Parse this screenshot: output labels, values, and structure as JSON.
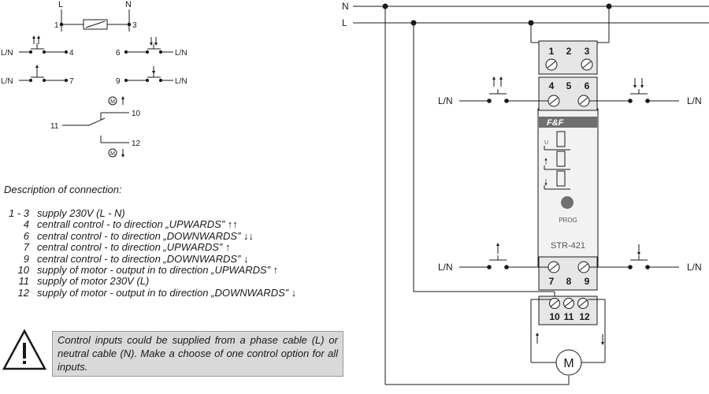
{
  "symbols": {
    "L": "L",
    "N": "N",
    "LN": "L/N",
    "motor": "M",
    "prog": "PROG",
    "u_label": "U"
  },
  "left_schematic": {
    "supply_terminals": [
      "1",
      "3"
    ],
    "inputs": [
      {
        "terminal": "4",
        "arrows": "double-up"
      },
      {
        "terminal": "6",
        "arrows": "double-down"
      },
      {
        "terminal": "7",
        "arrows": "single-up"
      },
      {
        "terminal": "9",
        "arrows": "single-down"
      }
    ],
    "relay": {
      "common": "11",
      "up_out": "10",
      "down_out": "12"
    }
  },
  "device": {
    "brand": "F&F",
    "model": "STR-421",
    "top_terminals": [
      "1",
      "2",
      "3"
    ],
    "mid_terminals": [
      "4",
      "5",
      "6"
    ],
    "low_terminals": [
      "7",
      "8",
      "9"
    ],
    "motor_terminals": [
      "10",
      "11",
      "12"
    ]
  },
  "description": {
    "title": "Description of connection:",
    "items": [
      {
        "code": "1 - 3",
        "text": "supply 230V (L - N)"
      },
      {
        "code": "4",
        "text": "centrall control  - to direction „UPWARDS” ↑↑"
      },
      {
        "code": "6",
        "text": "central control  - to direction „DOWNWARDS” ↓↓"
      },
      {
        "code": "7",
        "text": "central control - to direction „UPWARDS” ↑"
      },
      {
        "code": "9",
        "text": "central control - to direction „DOWNWARDS” ↓"
      },
      {
        "code": "10",
        "text": "supply of motor - output in to direction  „UPWARDS” ↑"
      },
      {
        "code": "11",
        "text": "supply of motor 230V (L)"
      },
      {
        "code": "12",
        "text": "supply of motor - output in to direction „DOWNWARDS” ↓"
      }
    ]
  },
  "warning": {
    "icon": "warning-triangle-icon",
    "text": "Control inputs could be supplied from a phase cable (L) or neutral cable (N). Make a choose of one control option for all inputs."
  },
  "colors": {
    "line": "#1a1a1a",
    "device_body": "#f2f2f2",
    "terminal_block": "#e6e6e6",
    "brand_band": "#6f6f6f",
    "led": "#707070",
    "note_bg": "#d9d9d9"
  }
}
